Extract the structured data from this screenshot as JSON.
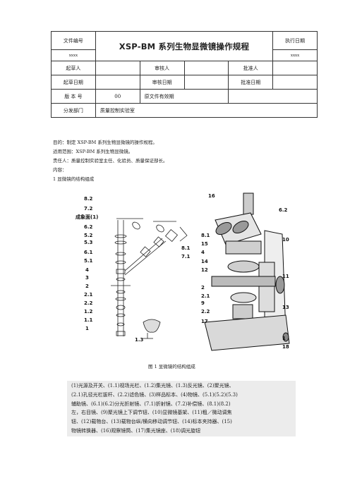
{
  "header": {
    "doc_no_label": "文件编号",
    "doc_no_value": "xxxx",
    "title": "XSP-BM 系列生物显微镜操作规程",
    "exec_date_label": "执行日期",
    "exec_date_value": "xxxx",
    "drafter_label": "起草人",
    "reviewer_label": "审核人",
    "approver_label": "批准人",
    "draft_date_label": "起草日期",
    "review_date_label": "审核日期",
    "approve_date_label": "批准日期",
    "version_label": "版 本 号",
    "version_value": "00",
    "orig_valid_label": "原文件有效期",
    "dept_label": "分发部门",
    "dept_value": "质量控制实验室"
  },
  "body": {
    "purpose": "目的：制定 XSP-BM 系列生物显微镜的操作规程。",
    "scope": "适用范围：XSP-BM 系列生物显微镜。",
    "responsibility": "责任人：质量控制实验室主任、化验员、质量保证部长。",
    "content": "内容：",
    "section1": "1  显微镜的结构组成"
  },
  "figure": {
    "caption": "图 1  显微镜的结构组成",
    "left_labels": [
      "8.2",
      "7.2",
      "成象面(1)",
      "6.2",
      "5.2",
      "5.3",
      "6.1",
      "5.1",
      "4",
      "3",
      "2",
      "2.1",
      "2.2",
      "1.2",
      "1.1",
      "1",
      "1.3"
    ],
    "mid_labels": [
      "8.1",
      "7.1"
    ],
    "right_labels": [
      "16",
      "6.2",
      "8.1",
      "15",
      "4",
      "14",
      "12",
      "2",
      "2.1",
      "9",
      "2.2",
      "17",
      "10",
      "11",
      "13",
      "1",
      "18"
    ]
  },
  "legend": {
    "lines": [
      "(1)光源及开关、(1.1)视场光栏、(1.2)集光镜、(1.3)反光镜、(2)聚光镜、",
      "(2.1)孔径光栏拔杆、(2.2)滤色镜、(3)样品标本、(4)物镜、(5.1)(5.2)(5.3)",
      "辅助镜、(6.1)(6.2)分光折射镜、(7.1)折射镜、(7.2)补偿镜、(8.1)(8.2)",
      "左，右目镜、(9)聚光镜上下调节钮、(10)显微镜基架、(11)粗／微动调焦",
      "钮、(12)载物台、(13)载物台纵/横向移动调节钮、(14)标本夹持器、(15)",
      "物镜转换器、(16)观察镜筒、(17)集光镜座、(18)调光旋钮"
    ]
  }
}
